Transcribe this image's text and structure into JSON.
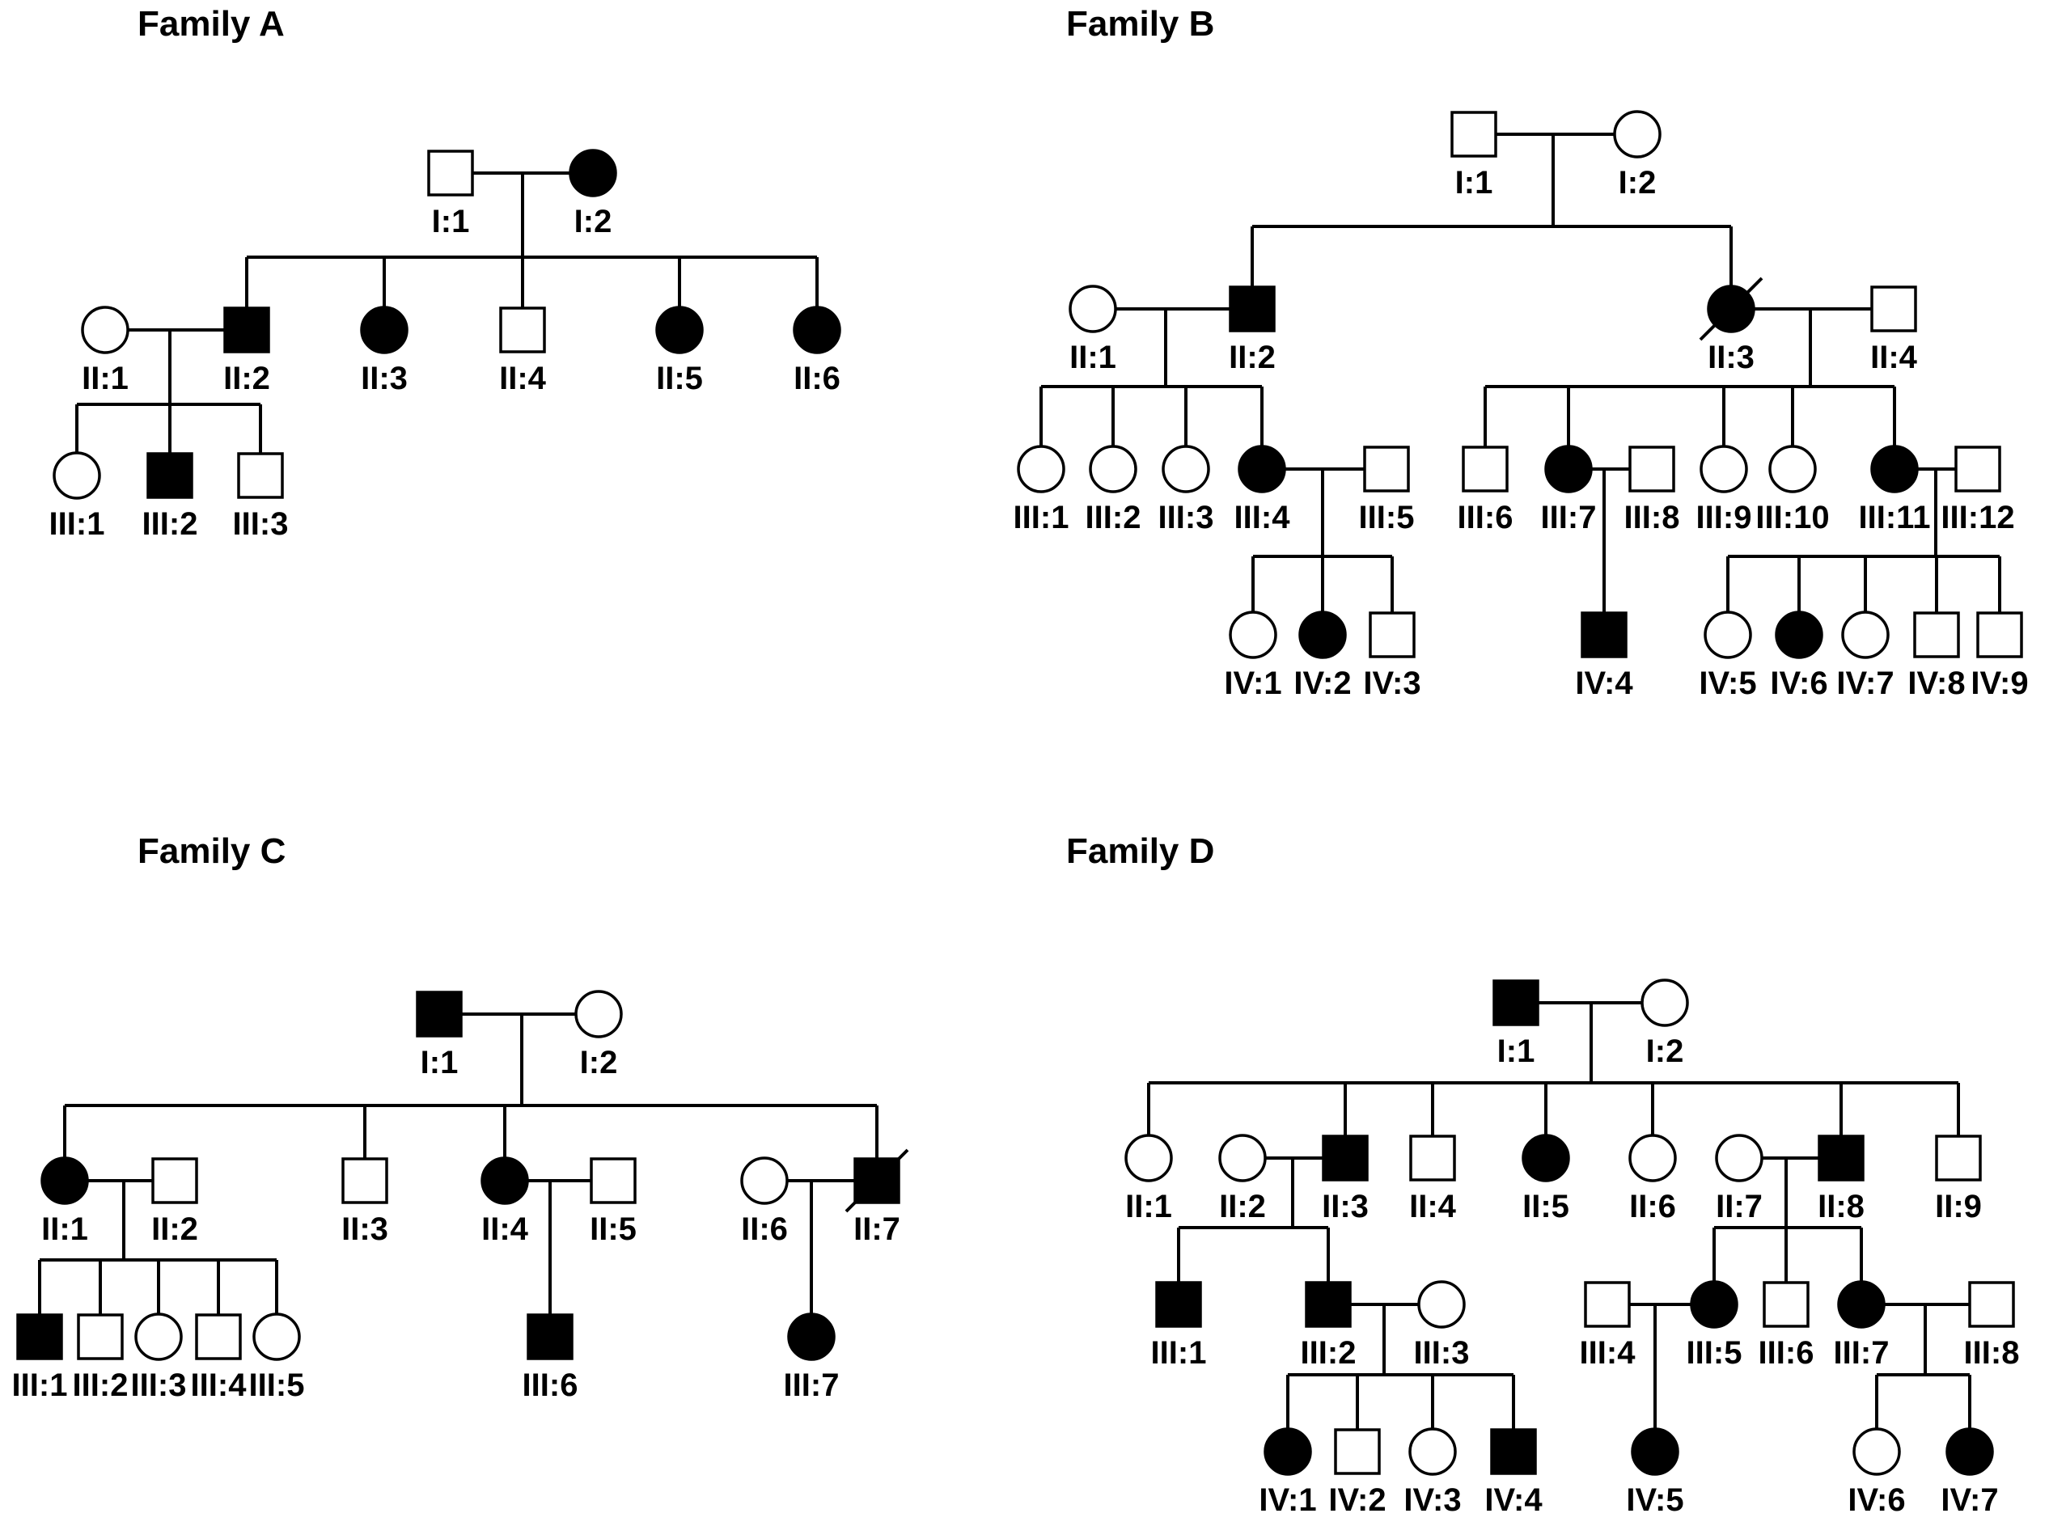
{
  "families": [
    {
      "id": "A",
      "title": "Family A",
      "members": [
        {
          "id": "I:1",
          "sex": "male",
          "affected": false
        },
        {
          "id": "I:2",
          "sex": "female",
          "affected": true
        },
        {
          "id": "II:1",
          "sex": "female",
          "affected": false
        },
        {
          "id": "II:2",
          "sex": "male",
          "affected": true
        },
        {
          "id": "II:3",
          "sex": "female",
          "affected": true
        },
        {
          "id": "II:4",
          "sex": "male",
          "affected": false
        },
        {
          "id": "II:5",
          "sex": "female",
          "affected": true
        },
        {
          "id": "II:6",
          "sex": "female",
          "affected": true
        },
        {
          "id": "III:1",
          "sex": "female",
          "affected": false
        },
        {
          "id": "III:2",
          "sex": "male",
          "affected": true
        },
        {
          "id": "III:3",
          "sex": "male",
          "affected": false
        }
      ]
    },
    {
      "id": "B",
      "title": "Family B",
      "members": [
        {
          "id": "I:1",
          "sex": "male",
          "affected": false
        },
        {
          "id": "I:2",
          "sex": "female",
          "affected": false
        },
        {
          "id": "II:1",
          "sex": "female",
          "affected": false
        },
        {
          "id": "II:2",
          "sex": "male",
          "affected": true
        },
        {
          "id": "II:3",
          "sex": "female",
          "affected": true,
          "deceased": true
        },
        {
          "id": "II:4",
          "sex": "male",
          "affected": false
        },
        {
          "id": "III:1",
          "sex": "female",
          "affected": false
        },
        {
          "id": "III:2",
          "sex": "female",
          "affected": false
        },
        {
          "id": "III:3",
          "sex": "female",
          "affected": false
        },
        {
          "id": "III:4",
          "sex": "female",
          "affected": true
        },
        {
          "id": "III:5",
          "sex": "male",
          "affected": false
        },
        {
          "id": "III:6",
          "sex": "male",
          "affected": false
        },
        {
          "id": "III:7",
          "sex": "female",
          "affected": true
        },
        {
          "id": "III:8",
          "sex": "male",
          "affected": false
        },
        {
          "id": "III:9",
          "sex": "female",
          "affected": false
        },
        {
          "id": "III:10",
          "sex": "female",
          "affected": false
        },
        {
          "id": "III:11",
          "sex": "female",
          "affected": true
        },
        {
          "id": "III:12",
          "sex": "male",
          "affected": false
        },
        {
          "id": "IV:1",
          "sex": "female",
          "affected": false
        },
        {
          "id": "IV:2",
          "sex": "female",
          "affected": true
        },
        {
          "id": "IV:3",
          "sex": "male",
          "affected": false
        },
        {
          "id": "IV:4",
          "sex": "male",
          "affected": true
        },
        {
          "id": "IV:5",
          "sex": "female",
          "affected": false
        },
        {
          "id": "IV:6",
          "sex": "female",
          "affected": true
        },
        {
          "id": "IV:7",
          "sex": "female",
          "affected": false
        },
        {
          "id": "IV:8",
          "sex": "male",
          "affected": false
        },
        {
          "id": "IV:9",
          "sex": "male",
          "affected": false
        }
      ]
    },
    {
      "id": "C",
      "title": "Family C",
      "members": [
        {
          "id": "I:1",
          "sex": "male",
          "affected": true
        },
        {
          "id": "I:2",
          "sex": "female",
          "affected": false
        },
        {
          "id": "II:1",
          "sex": "female",
          "affected": true
        },
        {
          "id": "II:2",
          "sex": "male",
          "affected": false
        },
        {
          "id": "II:3",
          "sex": "male",
          "affected": false
        },
        {
          "id": "II:4",
          "sex": "female",
          "affected": true
        },
        {
          "id": "II:5",
          "sex": "male",
          "affected": false
        },
        {
          "id": "II:6",
          "sex": "female",
          "affected": false
        },
        {
          "id": "II:7",
          "sex": "male",
          "affected": true,
          "deceased": true
        },
        {
          "id": "III:1",
          "sex": "male",
          "affected": true
        },
        {
          "id": "III:2",
          "sex": "male",
          "affected": false
        },
        {
          "id": "III:3",
          "sex": "female",
          "affected": false
        },
        {
          "id": "III:4",
          "sex": "male",
          "affected": false
        },
        {
          "id": "III:5",
          "sex": "female",
          "affected": false
        },
        {
          "id": "III:6",
          "sex": "male",
          "affected": true
        },
        {
          "id": "III:7",
          "sex": "female",
          "affected": true
        }
      ]
    },
    {
      "id": "D",
      "title": "Family D",
      "members": [
        {
          "id": "I:1",
          "sex": "male",
          "affected": true
        },
        {
          "id": "I:2",
          "sex": "female",
          "affected": false
        },
        {
          "id": "II:1",
          "sex": "female",
          "affected": false
        },
        {
          "id": "II:2",
          "sex": "female",
          "affected": false
        },
        {
          "id": "II:3",
          "sex": "male",
          "affected": true
        },
        {
          "id": "II:4",
          "sex": "male",
          "affected": false
        },
        {
          "id": "II:5",
          "sex": "female",
          "affected": true
        },
        {
          "id": "II:6",
          "sex": "female",
          "affected": false
        },
        {
          "id": "II:7",
          "sex": "female",
          "affected": false
        },
        {
          "id": "II:8",
          "sex": "male",
          "affected": true
        },
        {
          "id": "II:9",
          "sex": "male",
          "affected": false
        },
        {
          "id": "III:1",
          "sex": "male",
          "affected": true
        },
        {
          "id": "III:2",
          "sex": "male",
          "affected": true
        },
        {
          "id": "III:3",
          "sex": "female",
          "affected": false
        },
        {
          "id": "III:4",
          "sex": "male",
          "affected": false
        },
        {
          "id": "III:5",
          "sex": "female",
          "affected": true
        },
        {
          "id": "III:6",
          "sex": "male",
          "affected": false
        },
        {
          "id": "III:7",
          "sex": "female",
          "affected": true
        },
        {
          "id": "III:8",
          "sex": "male",
          "affected": false
        },
        {
          "id": "IV:1",
          "sex": "female",
          "affected": true
        },
        {
          "id": "IV:2",
          "sex": "male",
          "affected": false
        },
        {
          "id": "IV:3",
          "sex": "female",
          "affected": false
        },
        {
          "id": "IV:4",
          "sex": "male",
          "affected": true
        },
        {
          "id": "IV:5",
          "sex": "female",
          "affected": true
        },
        {
          "id": "IV:6",
          "sex": "female",
          "affected": false
        },
        {
          "id": "IV:7",
          "sex": "female",
          "affected": true
        }
      ]
    }
  ],
  "colors": {
    "affected": "#000000",
    "unaffected": "#ffffff",
    "line": "#000000"
  }
}
